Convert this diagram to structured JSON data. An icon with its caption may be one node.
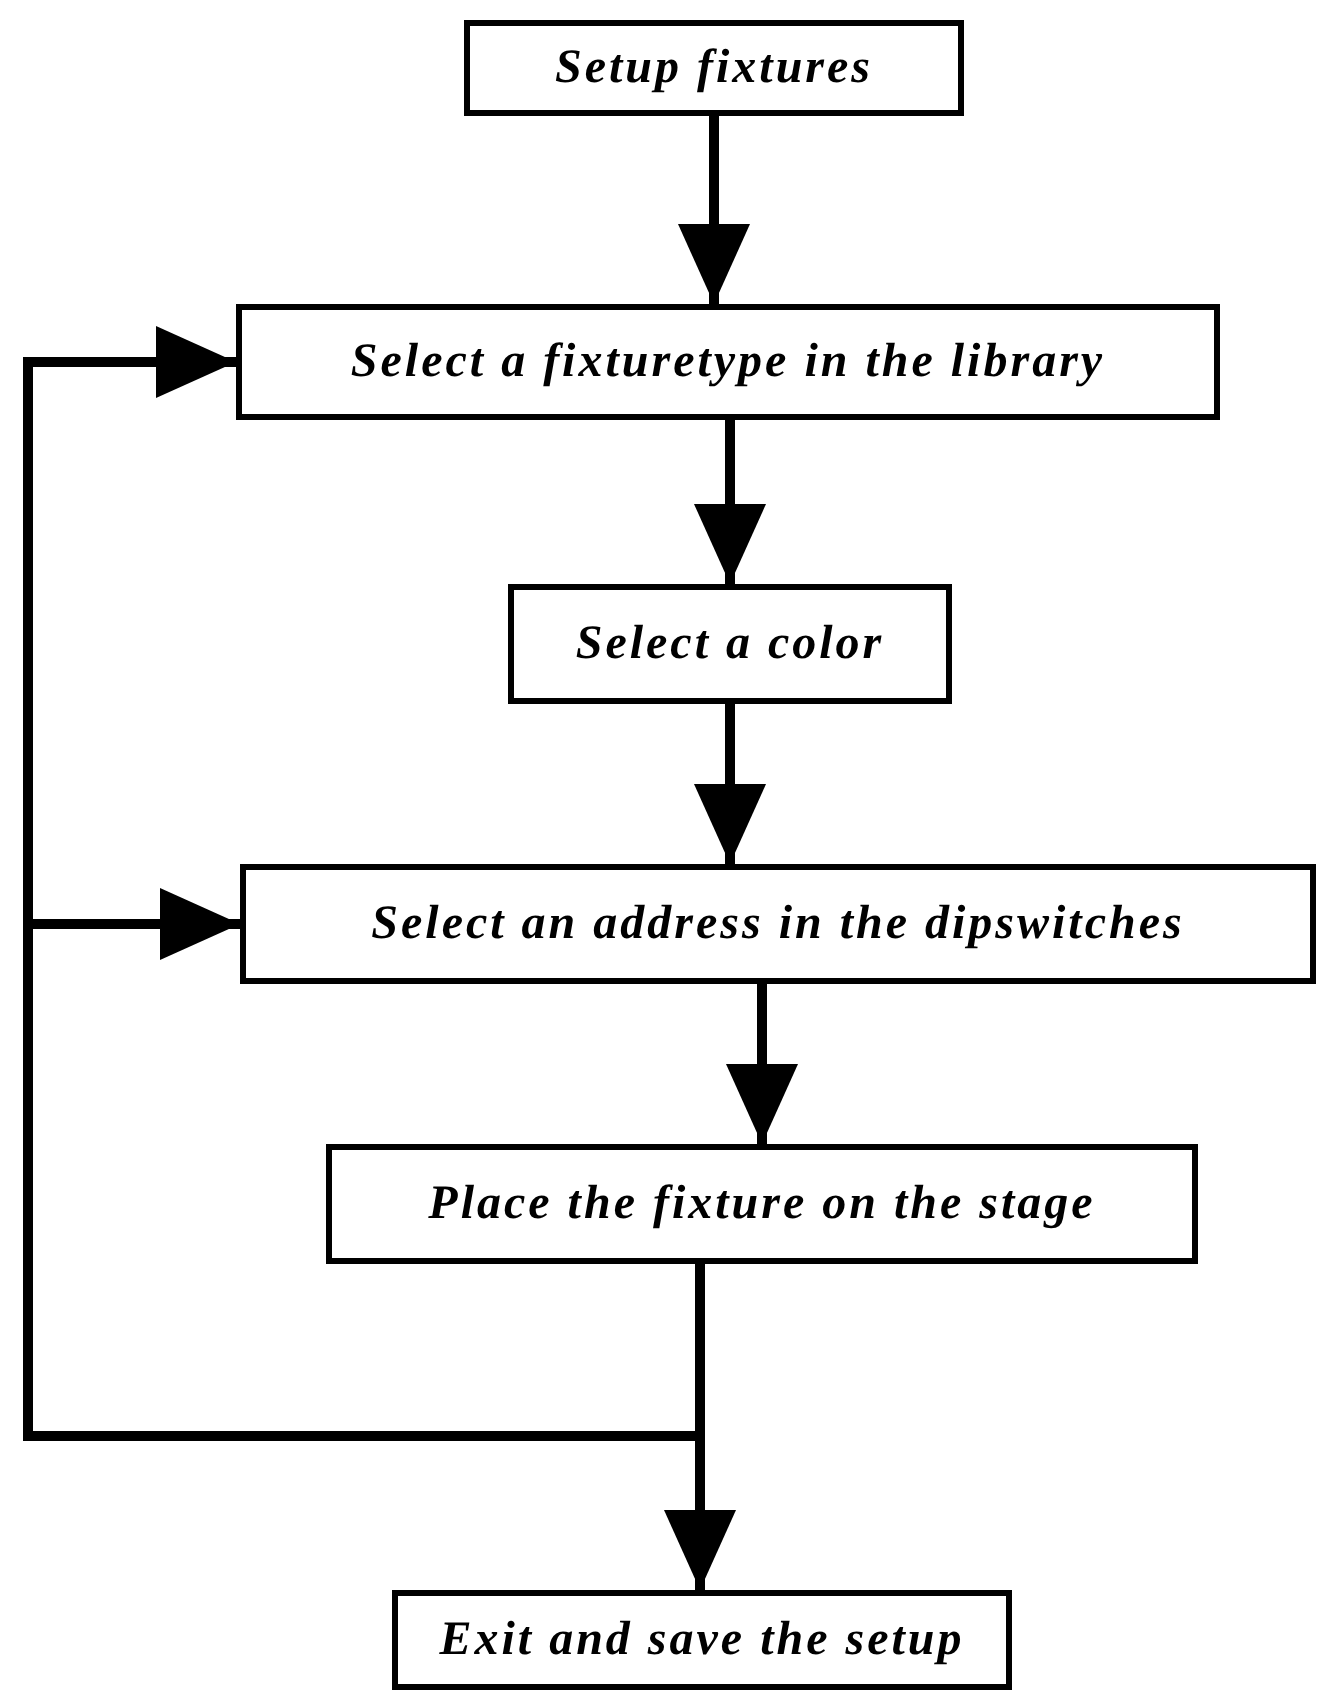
{
  "diagram": {
    "nodes": [
      {
        "text": [
          "Setup fixtures"
        ]
      },
      {
        "text": [
          "Select a fixturetype in the library"
        ]
      },
      {
        "text": [
          "Select a color"
        ]
      },
      {
        "text": [
          "Select an address in the dipswitches"
        ]
      },
      {
        "text": [
          "Place the fixture on the stage"
        ]
      },
      {
        "text": [
          "Exit and save the setup"
        ]
      }
    ],
    "edges": [
      {
        "from": 0,
        "to": 1,
        "arrow": "to"
      },
      {
        "from": 1,
        "to": 2,
        "arrow": "to"
      },
      {
        "from": 2,
        "to": 3,
        "arrow": "to"
      },
      {
        "from": 3,
        "to": 4,
        "arrow": "to"
      },
      {
        "from": 4,
        "to": 5,
        "arrow": "to"
      },
      {
        "from": 4,
        "to": 1,
        "arrow": "to"
      },
      {
        "from": 4,
        "to": 3,
        "arrow": "to"
      }
    ]
  }
}
